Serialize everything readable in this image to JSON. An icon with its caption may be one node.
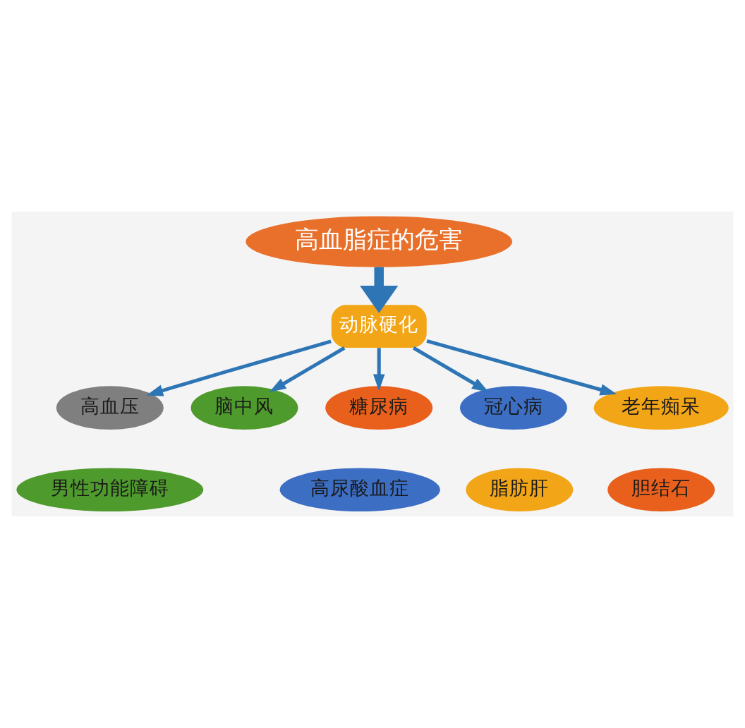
{
  "diagram": {
    "nodes": [
      {
        "text": [
          "高血脂症的危害"
        ]
      },
      {
        "text": [
          "动脉硬化"
        ]
      },
      {
        "text": [
          "高血压"
        ]
      },
      {
        "text": [
          "脑中风"
        ]
      },
      {
        "text": [
          "糖尿病"
        ]
      },
      {
        "text": [
          "冠心病"
        ]
      },
      {
        "text": [
          "老年痴呆"
        ]
      },
      {
        "text": [
          "男性功能障碍"
        ]
      },
      {
        "text": [
          "高尿酸血症"
        ]
      },
      {
        "text": [
          "脂肪肝"
        ]
      },
      {
        "text": [
          "胆结石"
        ]
      }
    ],
    "edges": [
      {
        "from": 0,
        "to": 1,
        "arrow": "to",
        "style": "thick"
      },
      {
        "from": 1,
        "to": 2,
        "arrow": "to"
      },
      {
        "from": 1,
        "to": 4,
        "arrow": "to"
      },
      {
        "from": 1,
        "to": 5,
        "arrow": "to"
      },
      {
        "from": 1,
        "to": 6,
        "arrow": "to"
      },
      {
        "from": 1,
        "to": 3,
        "arrow": "to"
      }
    ]
  }
}
